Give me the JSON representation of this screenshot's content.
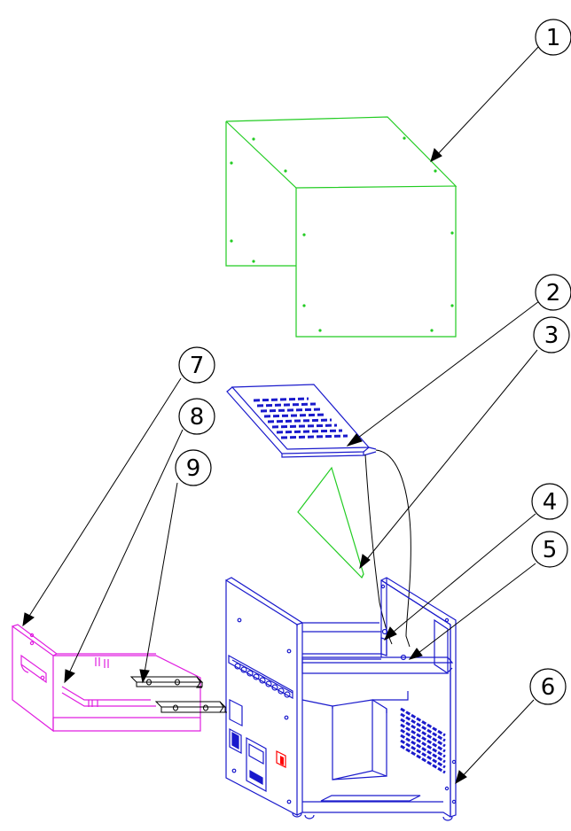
{
  "callouts": [
    {
      "label": "1"
    },
    {
      "label": "2"
    },
    {
      "label": "3"
    },
    {
      "label": "4"
    },
    {
      "label": "5"
    },
    {
      "label": "6"
    },
    {
      "label": "7"
    },
    {
      "label": "8"
    },
    {
      "label": "9"
    }
  ],
  "colors": {
    "cover": "#22cc22",
    "grille": "#1a1acc",
    "filter": "#22cc22",
    "chassis": "#1a1acc",
    "tray": "#e01ee0",
    "rails": "#000000",
    "leaders": "#000000",
    "indicator": "#ff0000"
  }
}
